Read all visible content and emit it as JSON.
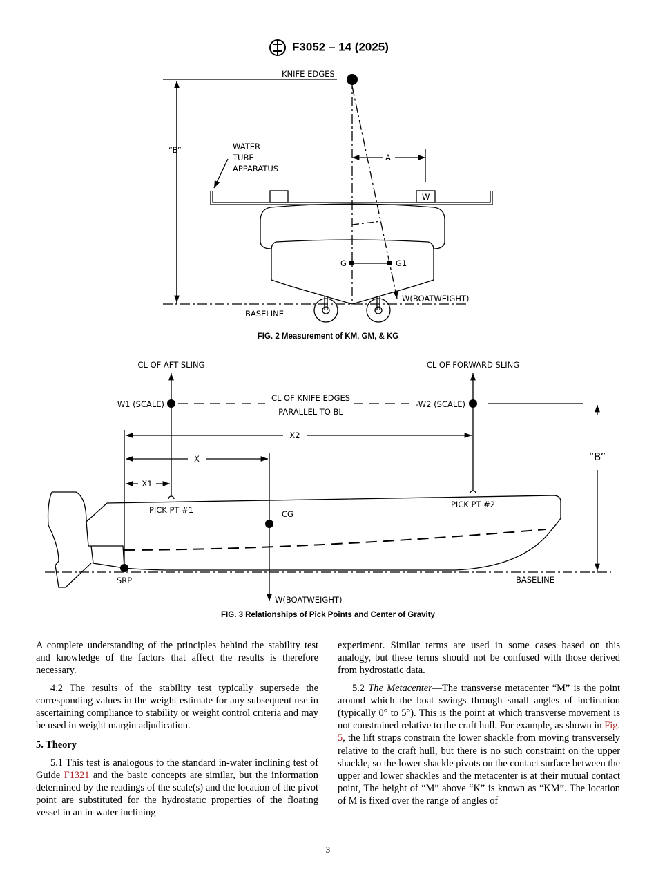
{
  "header": {
    "logo": "ASTM",
    "designation": "F3052 – 14 (2025)"
  },
  "fig2": {
    "knife_edges": "KNIFE EDGES",
    "b": "“B”",
    "water1": "WATER",
    "water2": "TUBE",
    "water3": "APPARATUS",
    "a": "A",
    "w": "W",
    "g": "G",
    "g1": "G1",
    "boatweight": "W(BOATWEIGHT)",
    "baseline": "BASELINE",
    "caption": "FIG. 2 Measurement of KM, GM, & KG"
  },
  "fig3": {
    "aft_sling": "CL OF AFT SLING",
    "fwd_sling": "CL OF FORWARD SLING",
    "w1": "W1 (SCALE)",
    "w2": "-W2 (SCALE)",
    "knife1": "CL OF KNIFE EDGES",
    "knife2": "PARALLEL TO BL",
    "x2": "X2",
    "x": "X",
    "x1": "X1",
    "b": "“B”",
    "pick1": "PICK PT #1",
    "pick2": "PICK PT #2",
    "cg": "CG",
    "srp": "SRP",
    "baseline": "BASELINE",
    "boatweight": "W(BOATWEIGHT)",
    "caption": "FIG. 3 Relationships of Pick Points and Center of Gravity"
  },
  "text": {
    "p1": "A complete understanding of the principles behind the stability test and knowledge of the factors that affect the results is therefore necessary.",
    "p2": "4.2 The results of the stability test typically supersede the corresponding values in the weight estimate for any subsequent use in ascertaining compliance to stability or weight control criteria and may be used in weight margin adjudication.",
    "h5": "5. Theory",
    "p3a": "5.1 This test is analogous to the standard in-water inclining test of Guide ",
    "p3link": "F1321",
    "p3b": " and the basic concepts are similar, but the information determined by the readings of the scale(s) and the location of the pivot point are substituted for the hydrostatic properties of the floating vessel in an in-water inclining",
    "r1": "experiment. Similar terms are used in some cases based on this analogy, but these terms should not be confused with those derived from hydrostatic data.",
    "r2num": "5.2 ",
    "r2title": "The Metacenter",
    "r2a": "—The transverse metacenter “M” is the point around which the boat swings through small angles of inclination (typically 0° to 5°). This is the point at which transverse movement is not constrained relative to the craft hull. For example, as shown in ",
    "r2link": "Fig. 5",
    "r2b": ", the lift straps constrain the lower shackle from moving transversely relative to the craft hull, but there is no such constraint on the upper shackle, so the lower shackle pivots on the contact surface between the upper and lower shackles and the metacenter is at their mutual contact point, The height of “M” above “K” is known as “KM”. The location of M is fixed over the range of angles of"
  },
  "page_number": "3",
  "colors": {
    "link": "#b22222"
  }
}
